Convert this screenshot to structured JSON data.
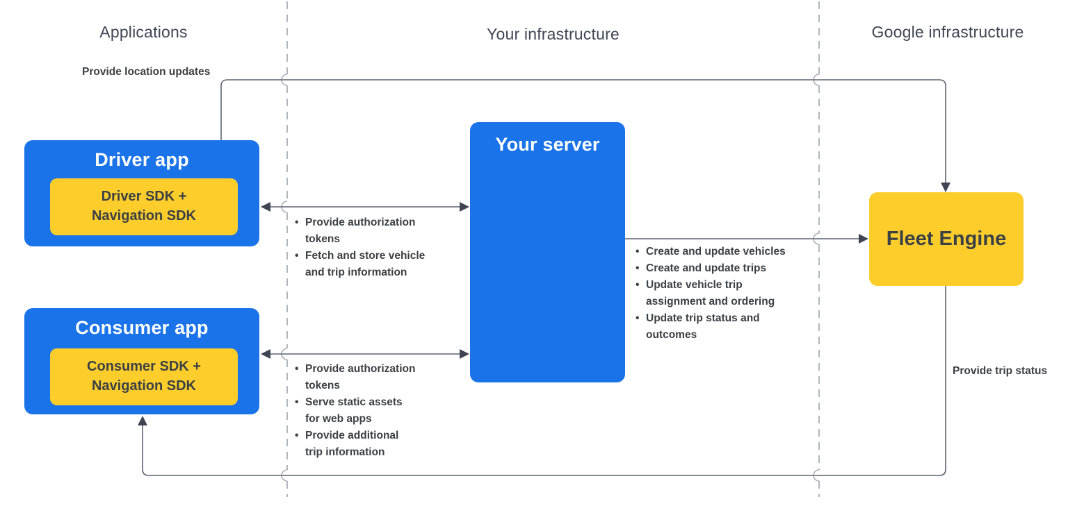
{
  "columns": {
    "applications": {
      "label": "Applications"
    },
    "your_infrastructure": {
      "label": "Your infrastructure"
    },
    "google_infrastructure": {
      "label": "Google infrastructure"
    }
  },
  "nodes": {
    "driver_app": {
      "title": "Driver app",
      "sdk": "Driver SDK +\nNavigation SDK"
    },
    "consumer_app": {
      "title": "Consumer app",
      "sdk": "Consumer SDK +\nNavigation SDK"
    },
    "your_server": {
      "title": "Your server"
    },
    "fleet_engine": {
      "title": "Fleet Engine"
    }
  },
  "edges": {
    "location_updates": {
      "label": "Provide location updates"
    },
    "driver_server": {
      "bullets": [
        "Provide authorization\ntokens",
        "Fetch and store vehicle\nand trip information"
      ]
    },
    "consumer_server": {
      "bullets": [
        "Provide authorization\ntokens",
        "Serve static assets\nfor web apps",
        "Provide additional\ntrip information"
      ]
    },
    "server_fleet": {
      "bullets": [
        "Create and update vehicles",
        "Create and update trips",
        "Update vehicle trip\nassignment and ordering",
        "Update trip status and\noutcomes"
      ]
    },
    "trip_status": {
      "label": "Provide trip status"
    }
  },
  "colors": {
    "box_blue": "#1a73e8",
    "box_yellow": "#fccd2b",
    "text_dark": "#3b4045",
    "heading_gray": "#3f4653",
    "connector_gray": "#5b6270",
    "arrowhead_dark": "#3e4452",
    "divider_gray": "#b2b6bd"
  }
}
